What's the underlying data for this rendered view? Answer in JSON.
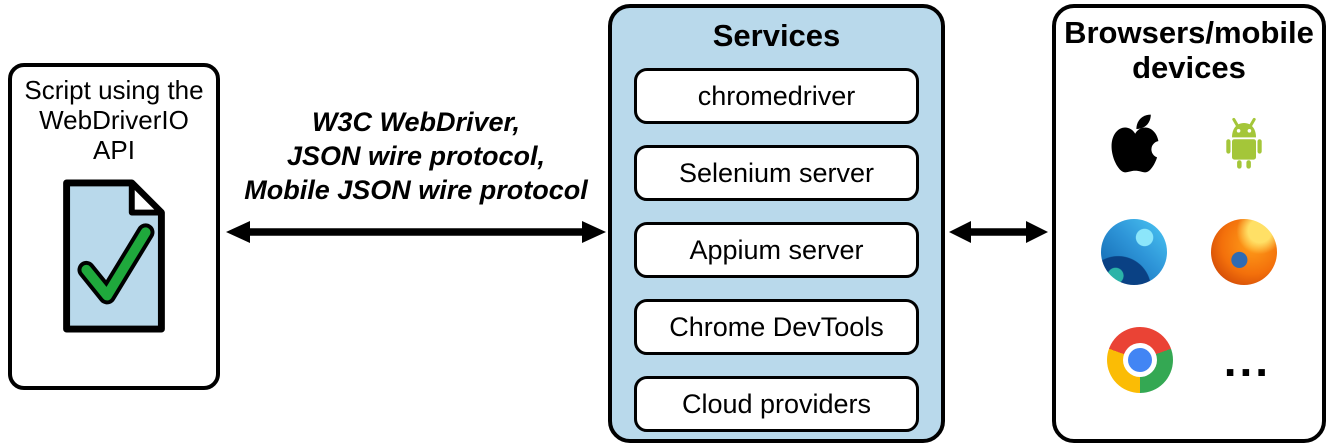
{
  "left_box": {
    "title": "Script using the WebDriverIO API"
  },
  "arrow_label": {
    "lines": [
      "W3C WebDriver,",
      "JSON wire protocol,",
      "Mobile JSON wire protocol"
    ]
  },
  "services": {
    "title": "Services",
    "items": [
      "chromedriver",
      "Selenium server",
      "Appium server",
      "Chrome DevTools",
      "Cloud providers"
    ]
  },
  "devices": {
    "title": "Browsers/mobile devices",
    "ellipsis": "...",
    "icons": [
      "apple-icon",
      "android-icon",
      "edge-icon",
      "firefox-icon",
      "chrome-icon"
    ]
  },
  "colors": {
    "services_bg": "#b9d9eb",
    "document_fill": "#b9d9eb",
    "check_green": "#1fa83c",
    "android_green": "#a4c639",
    "chrome_red": "#ea4335",
    "chrome_green": "#34a853",
    "chrome_yellow": "#fbbc05",
    "chrome_blue": "#4285f4",
    "arrow_color": "#000000"
  }
}
